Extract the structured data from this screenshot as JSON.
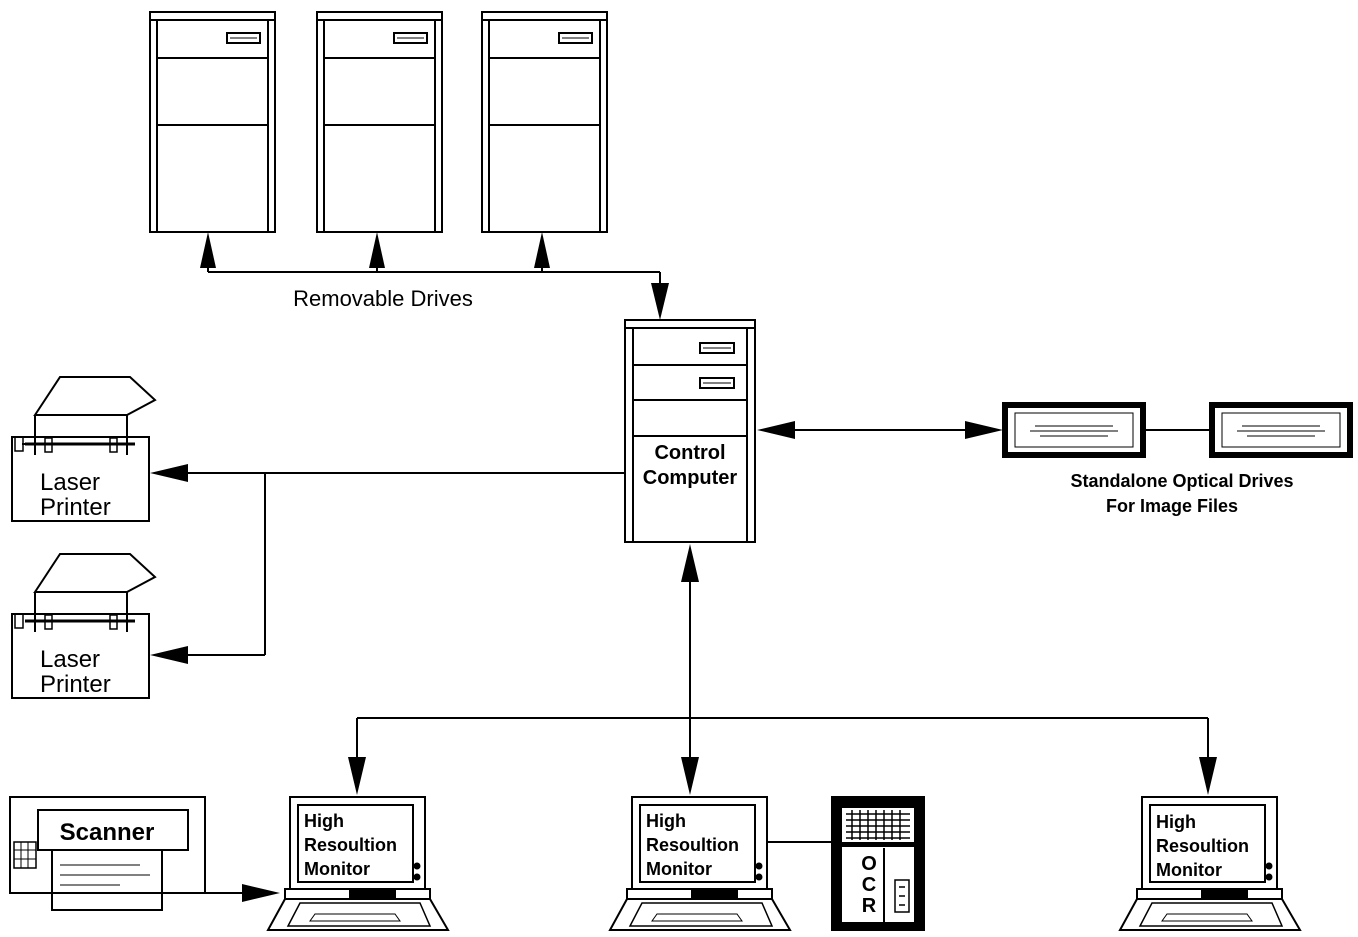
{
  "labels": {
    "removable_drives": "Removable Drives",
    "control_computer": [
      "Control",
      "Computer"
    ],
    "standalone_drives": [
      "Standalone Optical Drives",
      "For Image Files"
    ],
    "laser_printer_1": [
      "Laser",
      "Printer"
    ],
    "laser_printer_2": [
      "Laser",
      "Printer"
    ],
    "scanner": "Scanner",
    "monitor_1": [
      "High",
      "Resoultion",
      "Monitor"
    ],
    "monitor_2": [
      "High",
      "Resoultion",
      "Monitor"
    ],
    "monitor_3": [
      "High",
      "Resoultion",
      "Monitor"
    ],
    "ocr": [
      "O",
      "C",
      "R"
    ]
  },
  "colors": {
    "line": "#000000",
    "background": "#ffffff"
  }
}
